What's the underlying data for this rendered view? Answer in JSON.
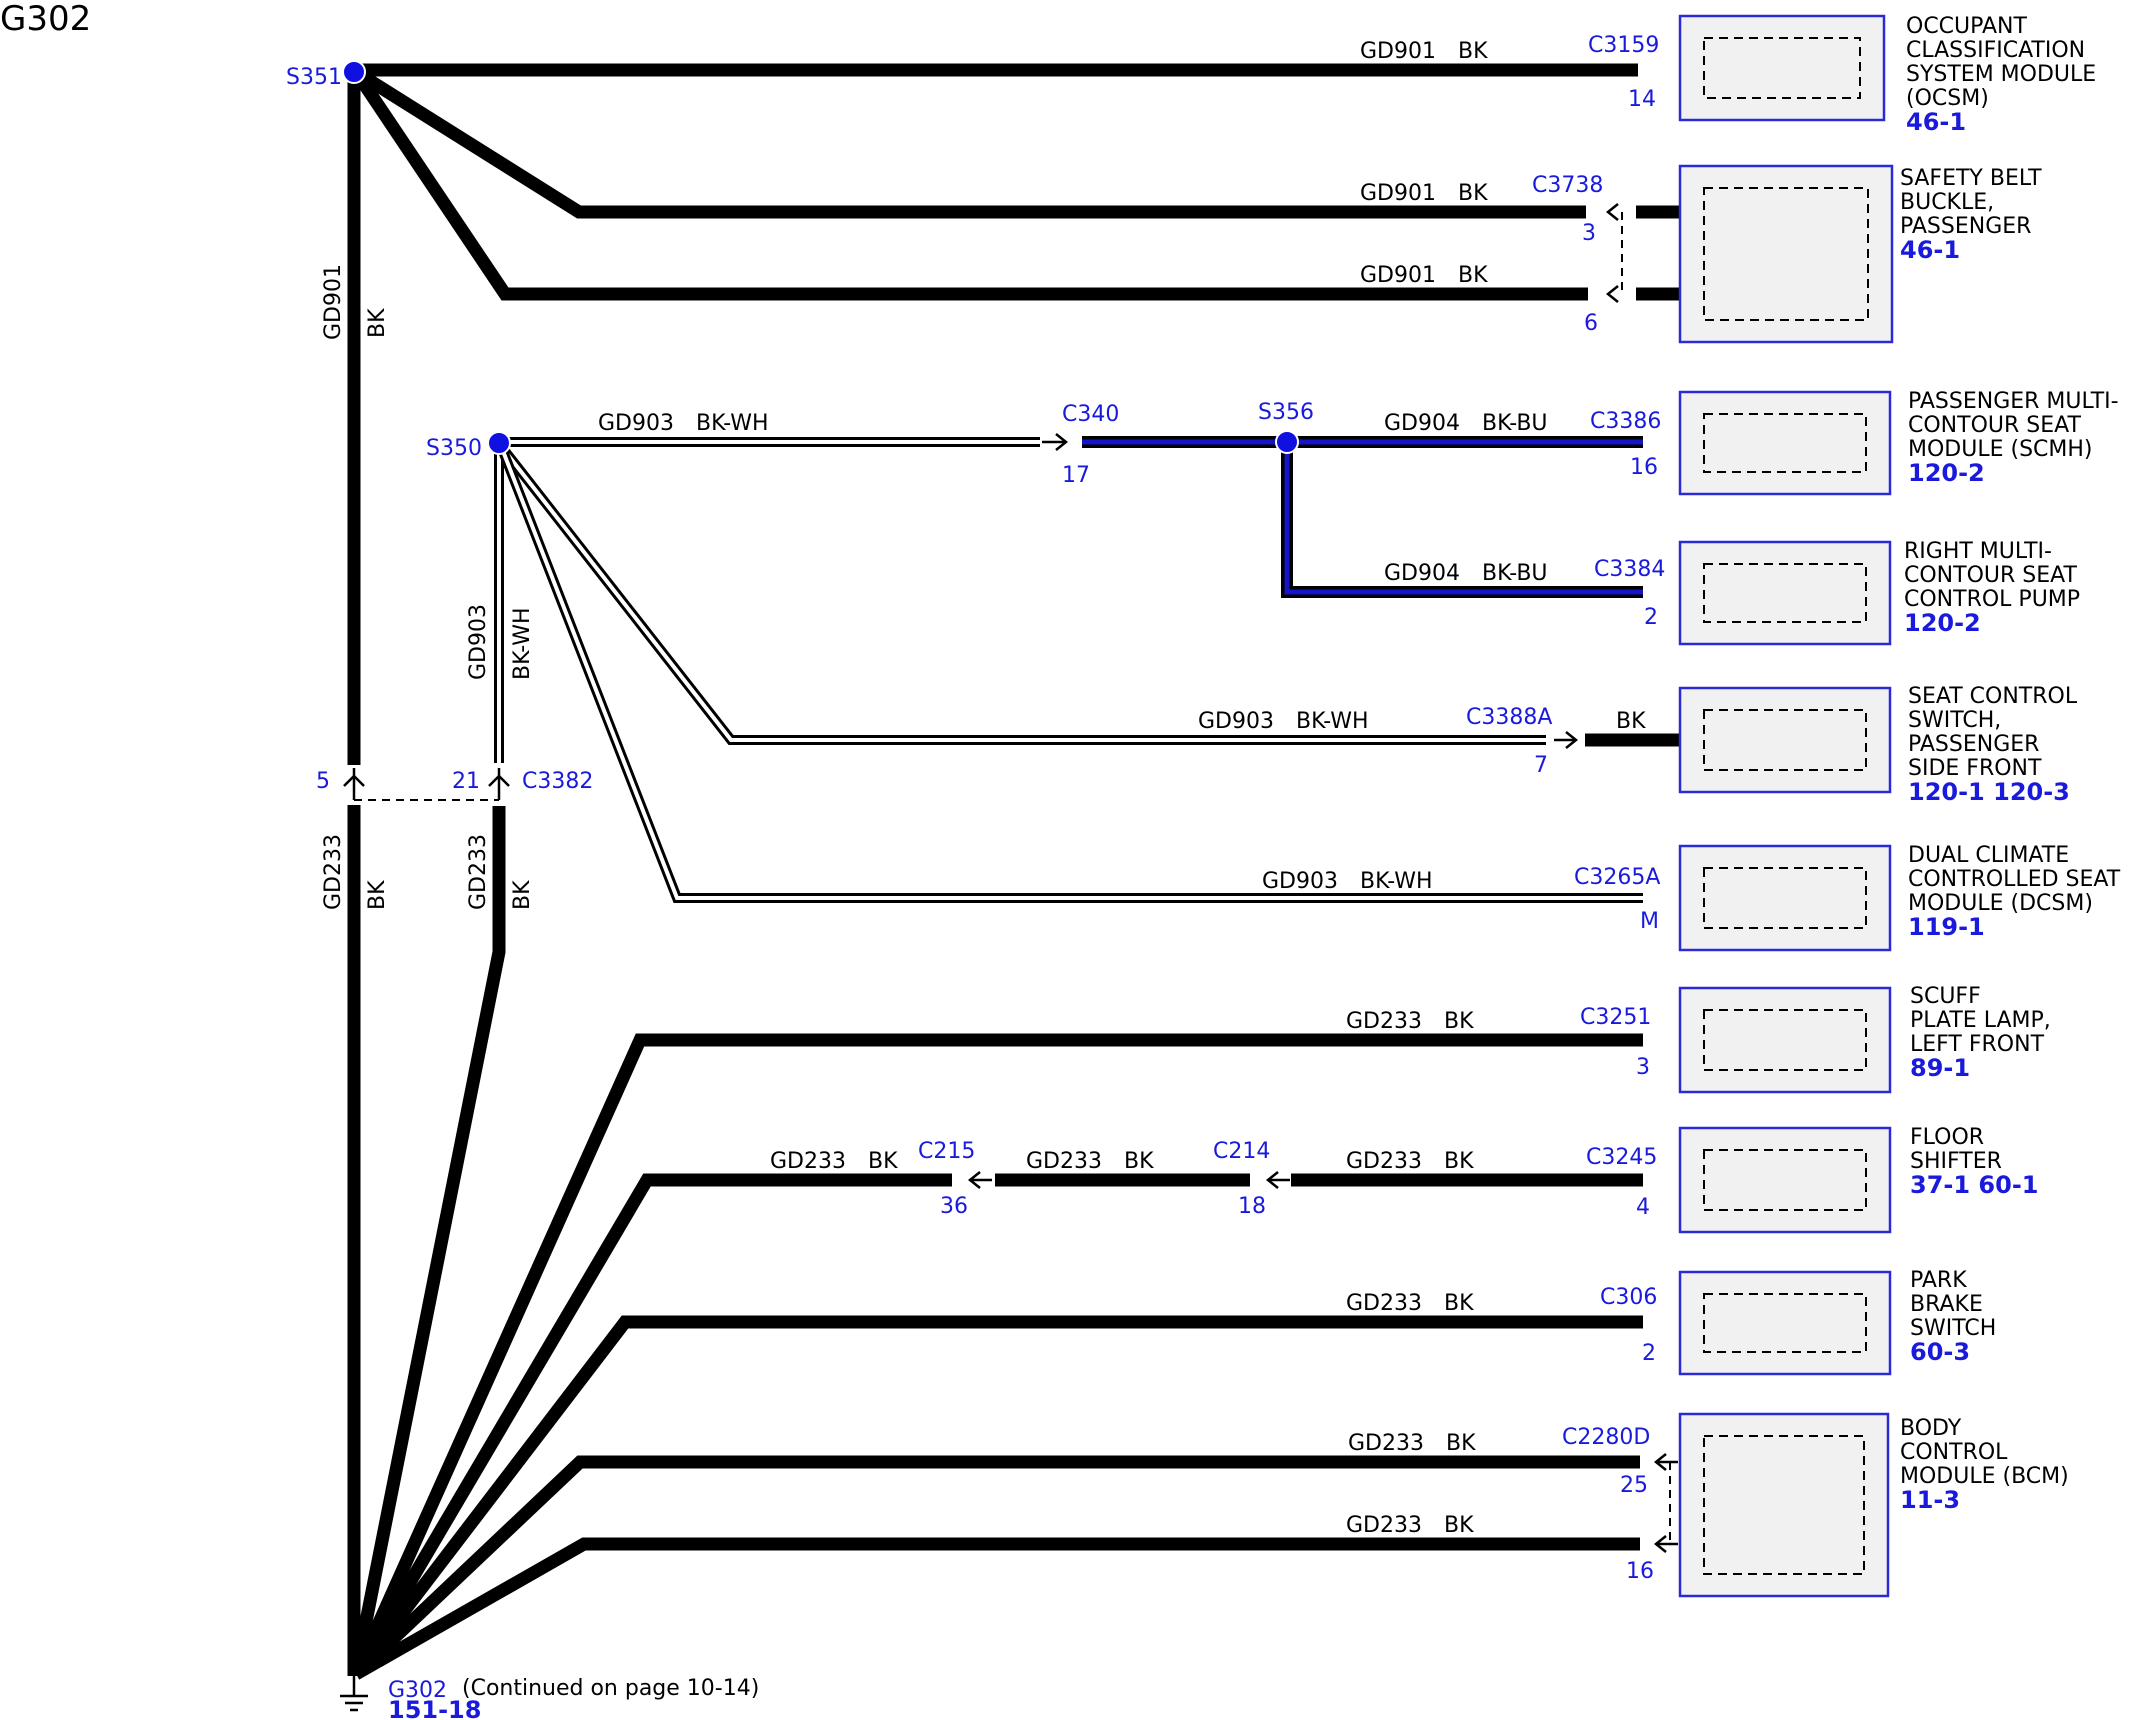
{
  "title": "G302",
  "ground": {
    "id": "G302",
    "ref": "151-18",
    "note": "(Continued on page 10-14)"
  },
  "splices": {
    "s351": "S351",
    "s350": "S350",
    "s356": "S356"
  },
  "connectors": {
    "c3382": "C3382",
    "c3382_pin_a": "5",
    "c3382_pin_b": "21",
    "c340": "C340",
    "c340_pin": "17",
    "c215": "C215",
    "c215_pin": "36",
    "c214": "C214",
    "c214_pin": "18"
  },
  "trunk_labels": {
    "gd901": "GD901",
    "bk": "BK",
    "gd903": "GD903",
    "bkwh": "BK-WH",
    "gd233": "GD233"
  },
  "wires": [
    {
      "circuit": "GD901",
      "color": "BK",
      "connector": "C3159",
      "pin": "14"
    },
    {
      "circuit": "GD901",
      "color": "BK",
      "connector": "C3738",
      "pin": "3"
    },
    {
      "circuit": "GD901",
      "color": "BK",
      "connector": "",
      "pin": "6"
    },
    {
      "circuit": "GD903",
      "color": "BK-WH",
      "connector": "",
      "pin": ""
    },
    {
      "circuit": "GD904",
      "color": "BK-BU",
      "connector": "C3386",
      "pin": "16"
    },
    {
      "circuit": "GD904",
      "color": "BK-BU",
      "connector": "C3384",
      "pin": "2"
    },
    {
      "circuit": "GD903",
      "color": "BK-WH",
      "connector": "C3388A",
      "pin": "7",
      "extra": "BK"
    },
    {
      "circuit": "GD903",
      "color": "BK-WH",
      "connector": "C3265A",
      "pin": "M"
    },
    {
      "circuit": "GD233",
      "color": "BK",
      "connector": "C3251",
      "pin": "3"
    },
    {
      "circuit": "GD233",
      "color": "BK",
      "connector": "C3245",
      "pin": "4"
    },
    {
      "circuit": "GD233",
      "color": "BK",
      "connector": "C306",
      "pin": "2"
    },
    {
      "circuit": "GD233",
      "color": "BK",
      "connector": "C2280D",
      "pin": "25"
    },
    {
      "circuit": "GD233",
      "color": "BK",
      "connector": "",
      "pin": "16"
    },
    {
      "circuit": "GD233",
      "color": "BK",
      "connector": "",
      "pin": ""
    },
    {
      "circuit": "GD233",
      "color": "BK",
      "connector": "",
      "pin": ""
    }
  ],
  "components": [
    {
      "lines": [
        "OCCUPANT",
        "CLASSIFICATION",
        "SYSTEM MODULE",
        "(OCSM)"
      ],
      "ref": "46-1"
    },
    {
      "lines": [
        "SAFETY BELT",
        "BUCKLE,",
        "PASSENGER"
      ],
      "ref": "46-1"
    },
    {
      "lines": [
        "PASSENGER MULTI-",
        "CONTOUR SEAT",
        "MODULE (SCMH)"
      ],
      "ref": "120-2"
    },
    {
      "lines": [
        "RIGHT MULTI-",
        "CONTOUR SEAT",
        "CONTROL PUMP"
      ],
      "ref": "120-2"
    },
    {
      "lines": [
        "SEAT CONTROL",
        "SWITCH,",
        "PASSENGER",
        "SIDE FRONT"
      ],
      "ref": "120-1 120-3"
    },
    {
      "lines": [
        "DUAL CLIMATE",
        "CONTROLLED SEAT",
        "MODULE (DCSM)"
      ],
      "ref": "119-1"
    },
    {
      "lines": [
        "SCUFF",
        "PLATE LAMP,",
        "LEFT FRONT"
      ],
      "ref": "89-1"
    },
    {
      "lines": [
        "FLOOR",
        "SHIFTER"
      ],
      "ref": "37-1  60-1"
    },
    {
      "lines": [
        "PARK",
        "BRAKE",
        "SWITCH"
      ],
      "ref": "60-3"
    },
    {
      "lines": [
        "BODY",
        "CONTROL",
        "MODULE (BCM)"
      ],
      "ref": "11-3"
    }
  ]
}
